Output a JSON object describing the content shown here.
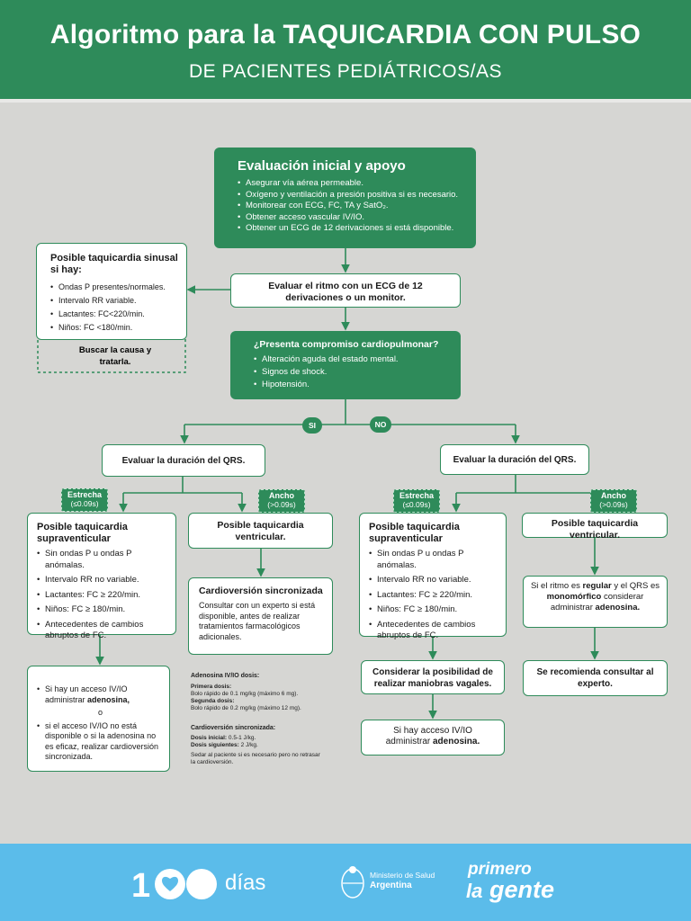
{
  "header": {
    "title": "Algoritmo para la TAQUICARDIA CON PULSO",
    "subtitle": "DE PACIENTES PEDIÁTRICOS/AS"
  },
  "eval_inicial": {
    "title": "Evaluación inicial y apoyo",
    "items": [
      "Asegurar vía aérea permeable.",
      "Oxígeno y ventilación a presión positiva si es necesario.",
      "Monitorear con ECG, FC, TA y SatO₂.",
      "Obtener acceso vascular IV/IO.",
      "Obtener un ECG de 12 derivaciones si está disponible."
    ]
  },
  "sinusal": {
    "title": "Posible taquicardia sinusal si hay:",
    "items": [
      "Ondas P presentes/normales.",
      "Intervalo RR variable.",
      "Lactantes: FC<220/min.",
      "Niños: FC <180/min."
    ],
    "cause": "Buscar la causa y tratarla."
  },
  "evaluar_ritmo": "Evaluar el ritmo con un ECG de 12 derivaciones o un monitor.",
  "compromiso": {
    "title": "¿Presenta compromiso cardiopulmonar?",
    "items": [
      "Alteración aguda del estado mental.",
      "Signos de shock.",
      "Hipotensión."
    ]
  },
  "pill_si": "SI",
  "pill_no": "NO",
  "qrs_label": "Evaluar la duración del QRS.",
  "tag_estrecha": {
    "label": "Estrecha",
    "value": "(≤0.09s)"
  },
  "tag_ancho": {
    "label": "Ancho",
    "value": "(>0.09s)"
  },
  "tsv": {
    "title": "Posible taquicardia supraventicular",
    "items": [
      "Sin ondas P u ondas P anómalas.",
      "Intervalo RR no variable.",
      "Lactantes: FC ≥ 220/min.",
      "Niños: FC ≥ 180/min.",
      "Antecedentes de cambios abruptos de FC."
    ]
  },
  "tv_label": "Posible taquicardia ventricular.",
  "cardioversion": {
    "title": "Cardioversión sincronizada",
    "text": "Consultar con un experto si está disponible, antes de realizar tratamientos farmacológicos adicionales."
  },
  "acceso_si": {
    "item1_pre": "Si hay un acceso IV/IO administrar ",
    "item1_bold": "adenosina,",
    "or": "o",
    "item2": "si el acceso IV/IO no está disponible o si la adenosina no es eficaz, realizar cardioversión sincronizada."
  },
  "dosis": {
    "aden_title": "Adenosina IV/IO dosis:",
    "primera_label": "Primera dosis:",
    "primera": "Bolo rápido de 0.1 mg/kg (máximo 6 mg).",
    "segunda_label": "Segunda dosis:",
    "segunda": "Bolo rápido de 0.2 mg/kg (máximo 12 mg).",
    "cv_title": "Cardioversión sincronizada:",
    "inicial_label": "Dosis inicial:",
    "inicial": "0.5-1 J/kg.",
    "siguientes_label": "Dosis siguientes:",
    "siguientes": "2 J/kg.",
    "nota": "Sedar al paciente si es necesario pero no retrasar la cardioversión."
  },
  "vagales": "Considerar la posibilidad de realizar maniobras vagales.",
  "acceso_no": {
    "pre": "Si hay acceso IV/IO administrar ",
    "bold": "adenosina."
  },
  "regular": {
    "p1": "Si el ritmo es ",
    "b1": "regular",
    "p2": " y el QRS es ",
    "b2": "monomórfico",
    "p3": " considerar administrar ",
    "b3": "adenosina."
  },
  "experto": "Se recomienda consultar al experto.",
  "footer": {
    "dias": "días",
    "ministerio_line1": "Ministerio de Salud",
    "ministerio_line2": "Argentina",
    "primero": "primero",
    "la": "la",
    "gente": "gente"
  }
}
